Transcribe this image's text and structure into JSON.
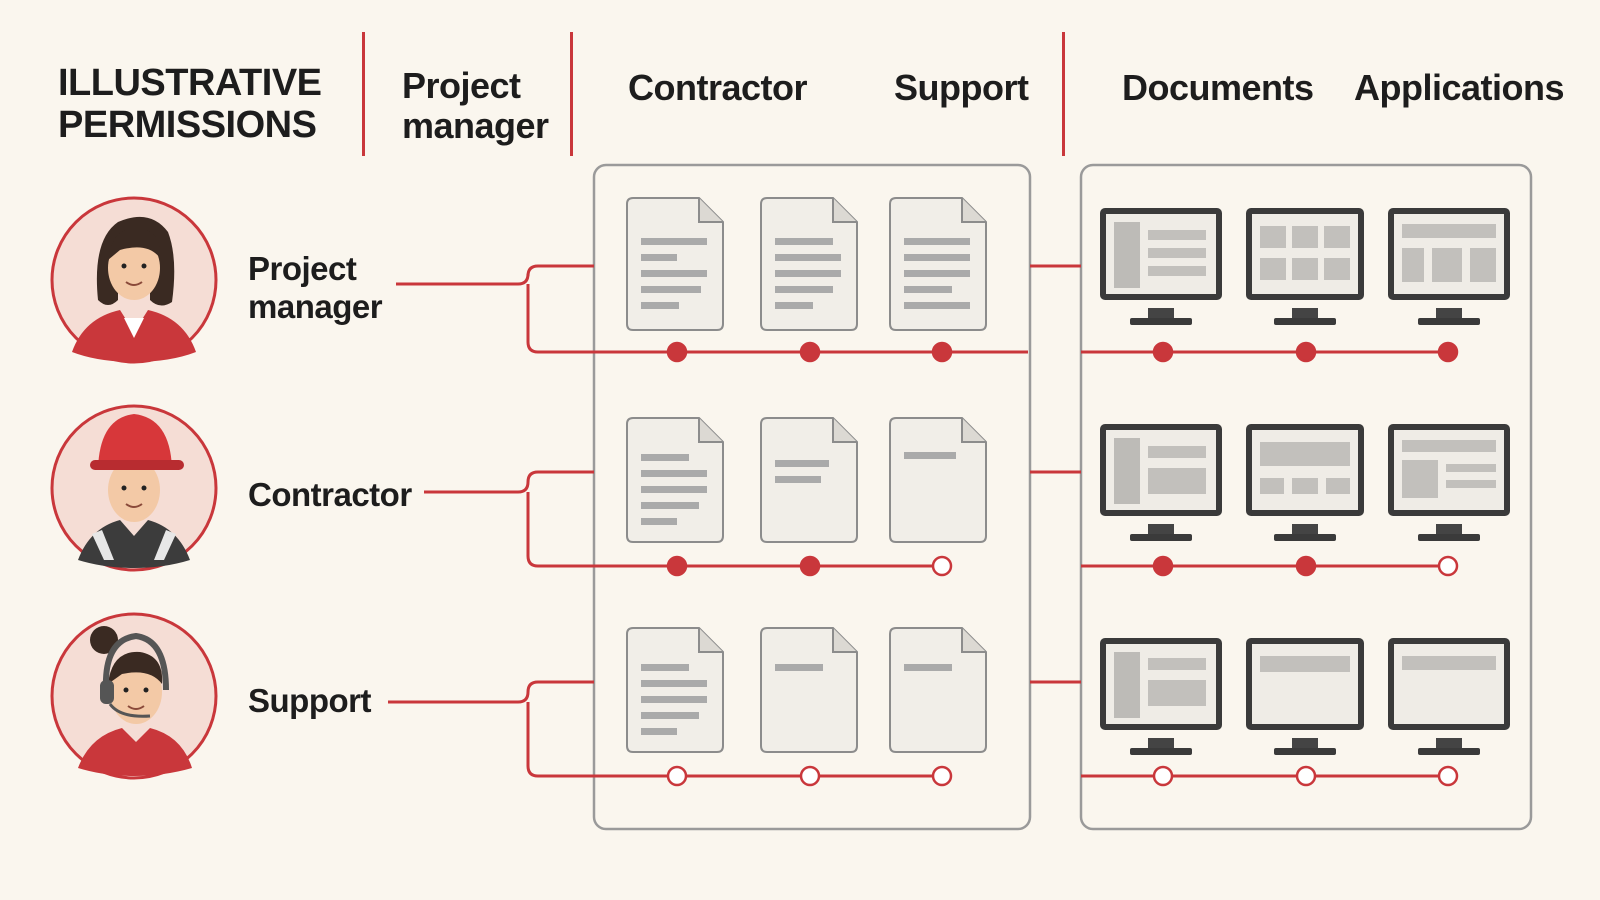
{
  "header": {
    "title_line1": "ILLUSTRATIVE",
    "title_line2": "PERMISSIONS",
    "col_pm_line1": "Project",
    "col_pm_line2": "manager",
    "col_contractor": "Contractor",
    "col_support": "Support",
    "col_documents": "Documents",
    "col_applications": "Applications"
  },
  "roles": [
    {
      "id": "project-manager",
      "line1": "Project",
      "line2": "manager"
    },
    {
      "id": "contractor",
      "line1": "Contractor",
      "line2": ""
    },
    {
      "id": "support",
      "line1": "Support",
      "line2": ""
    }
  ],
  "colors": {
    "accent": "#c9373b",
    "background": "#faf6ee",
    "panel_border": "#9a9a9a"
  },
  "permissions": {
    "project-manager": {
      "documents": [
        true,
        true,
        true
      ],
      "applications": [
        true,
        true,
        true
      ]
    },
    "contractor": {
      "documents": [
        true,
        true,
        false
      ],
      "applications": [
        true,
        true,
        false
      ]
    },
    "support": {
      "documents": [
        false,
        false,
        false
      ],
      "applications": [
        false,
        false,
        false
      ]
    }
  }
}
